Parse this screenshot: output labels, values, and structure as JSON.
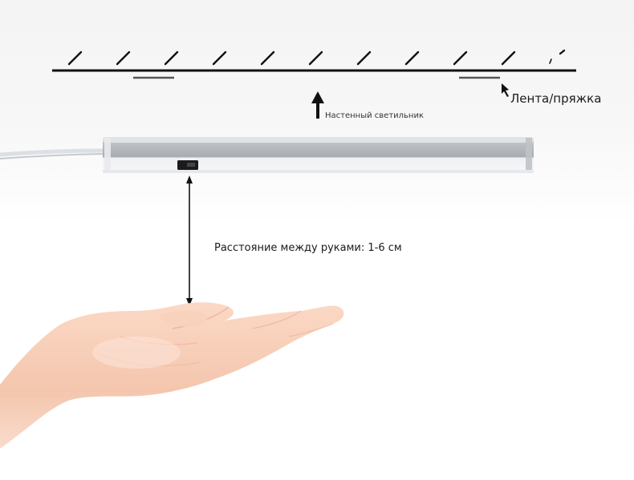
{
  "labels": {
    "wall_light": "Настенный светильник",
    "tape_buckle": "Лента/пряжка",
    "hand_distance": "Расстояние между руками: 1-6 см"
  },
  "colors": {
    "line": "#111111",
    "light_body": "#d9dde3",
    "light_shadow": "#b4b8be",
    "skin": "#f6cbb4"
  },
  "icons": {
    "wall_arrow": "arrow-up-icon",
    "tape_arrow": "cursor-arrow-icon",
    "distance_arrow": "double-arrow-vertical-icon"
  }
}
